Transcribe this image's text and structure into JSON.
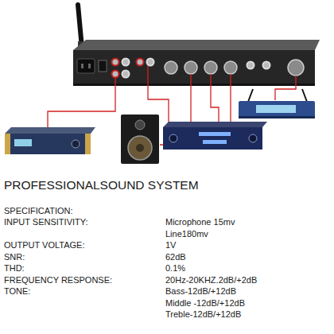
{
  "diagram": {
    "title": "PROFESSIONALSOUND SYSTEM",
    "labels": [
      "SPECIFICATION:",
      "INPUT SENSITIVITY:",
      "Microphone 15mv",
      "Line180mv",
      "OUTPUT VOLTAGE:",
      "1V",
      "SNR:",
      "62dB",
      "THD:",
      "0.1%",
      "FREQUENCY RESPONSE:",
      "20Hz-20KHZ.2dB/+2dB",
      "TONE:",
      "Bass-12dB/+12dB",
      "Middle -12dB/+12dB",
      "Treble-12dB/+12dB"
    ]
  }
}
